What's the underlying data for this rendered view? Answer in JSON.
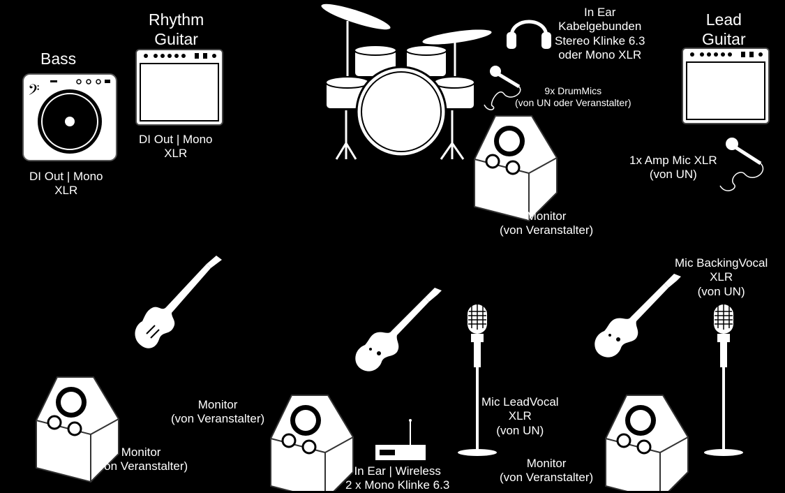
{
  "labels": {
    "bass_title": "Bass",
    "bass_out_1": "DI Out | Mono",
    "bass_out_2": "XLR",
    "rhythm_title_1": "Rhythm",
    "rhythm_title_2": "Guitar",
    "rhythm_out_1": "DI Out | Mono",
    "rhythm_out_2": "XLR",
    "inear_1": "In Ear",
    "inear_2": "Kabelgebunden",
    "inear_3": "Stereo Klinke 6.3",
    "inear_4": "oder Mono XLR",
    "lead_title_1": "Lead",
    "lead_title_2": "Guitar",
    "drummics_1": "9x DrumMics",
    "drummics_2": "(von UN oder Veranstalter)",
    "ampmic_1": "1x Amp Mic XLR",
    "ampmic_2": "(von UN)",
    "monitor_drums_1": "Monitor",
    "monitor_drums_2": "(von Veranstalter)",
    "backing_1": "Mic BackingVocal",
    "backing_2": "XLR",
    "backing_3": "(von UN)",
    "monitor_center_1": "Monitor",
    "monitor_center_2": "(von Veranstalter)",
    "leadvocal_1": "Mic LeadVocal",
    "leadvocal_2": "XLR",
    "leadvocal_3": "(von UN)",
    "monitor_left_1": "Monitor",
    "monitor_left_2": "(von Veranstalter)",
    "wireless_1": "In Ear | Wireless",
    "wireless_2": "2 x Mono Klinke 6.3",
    "monitor_right_1": "Monitor",
    "monitor_right_2": "(von Veranstalter)"
  }
}
